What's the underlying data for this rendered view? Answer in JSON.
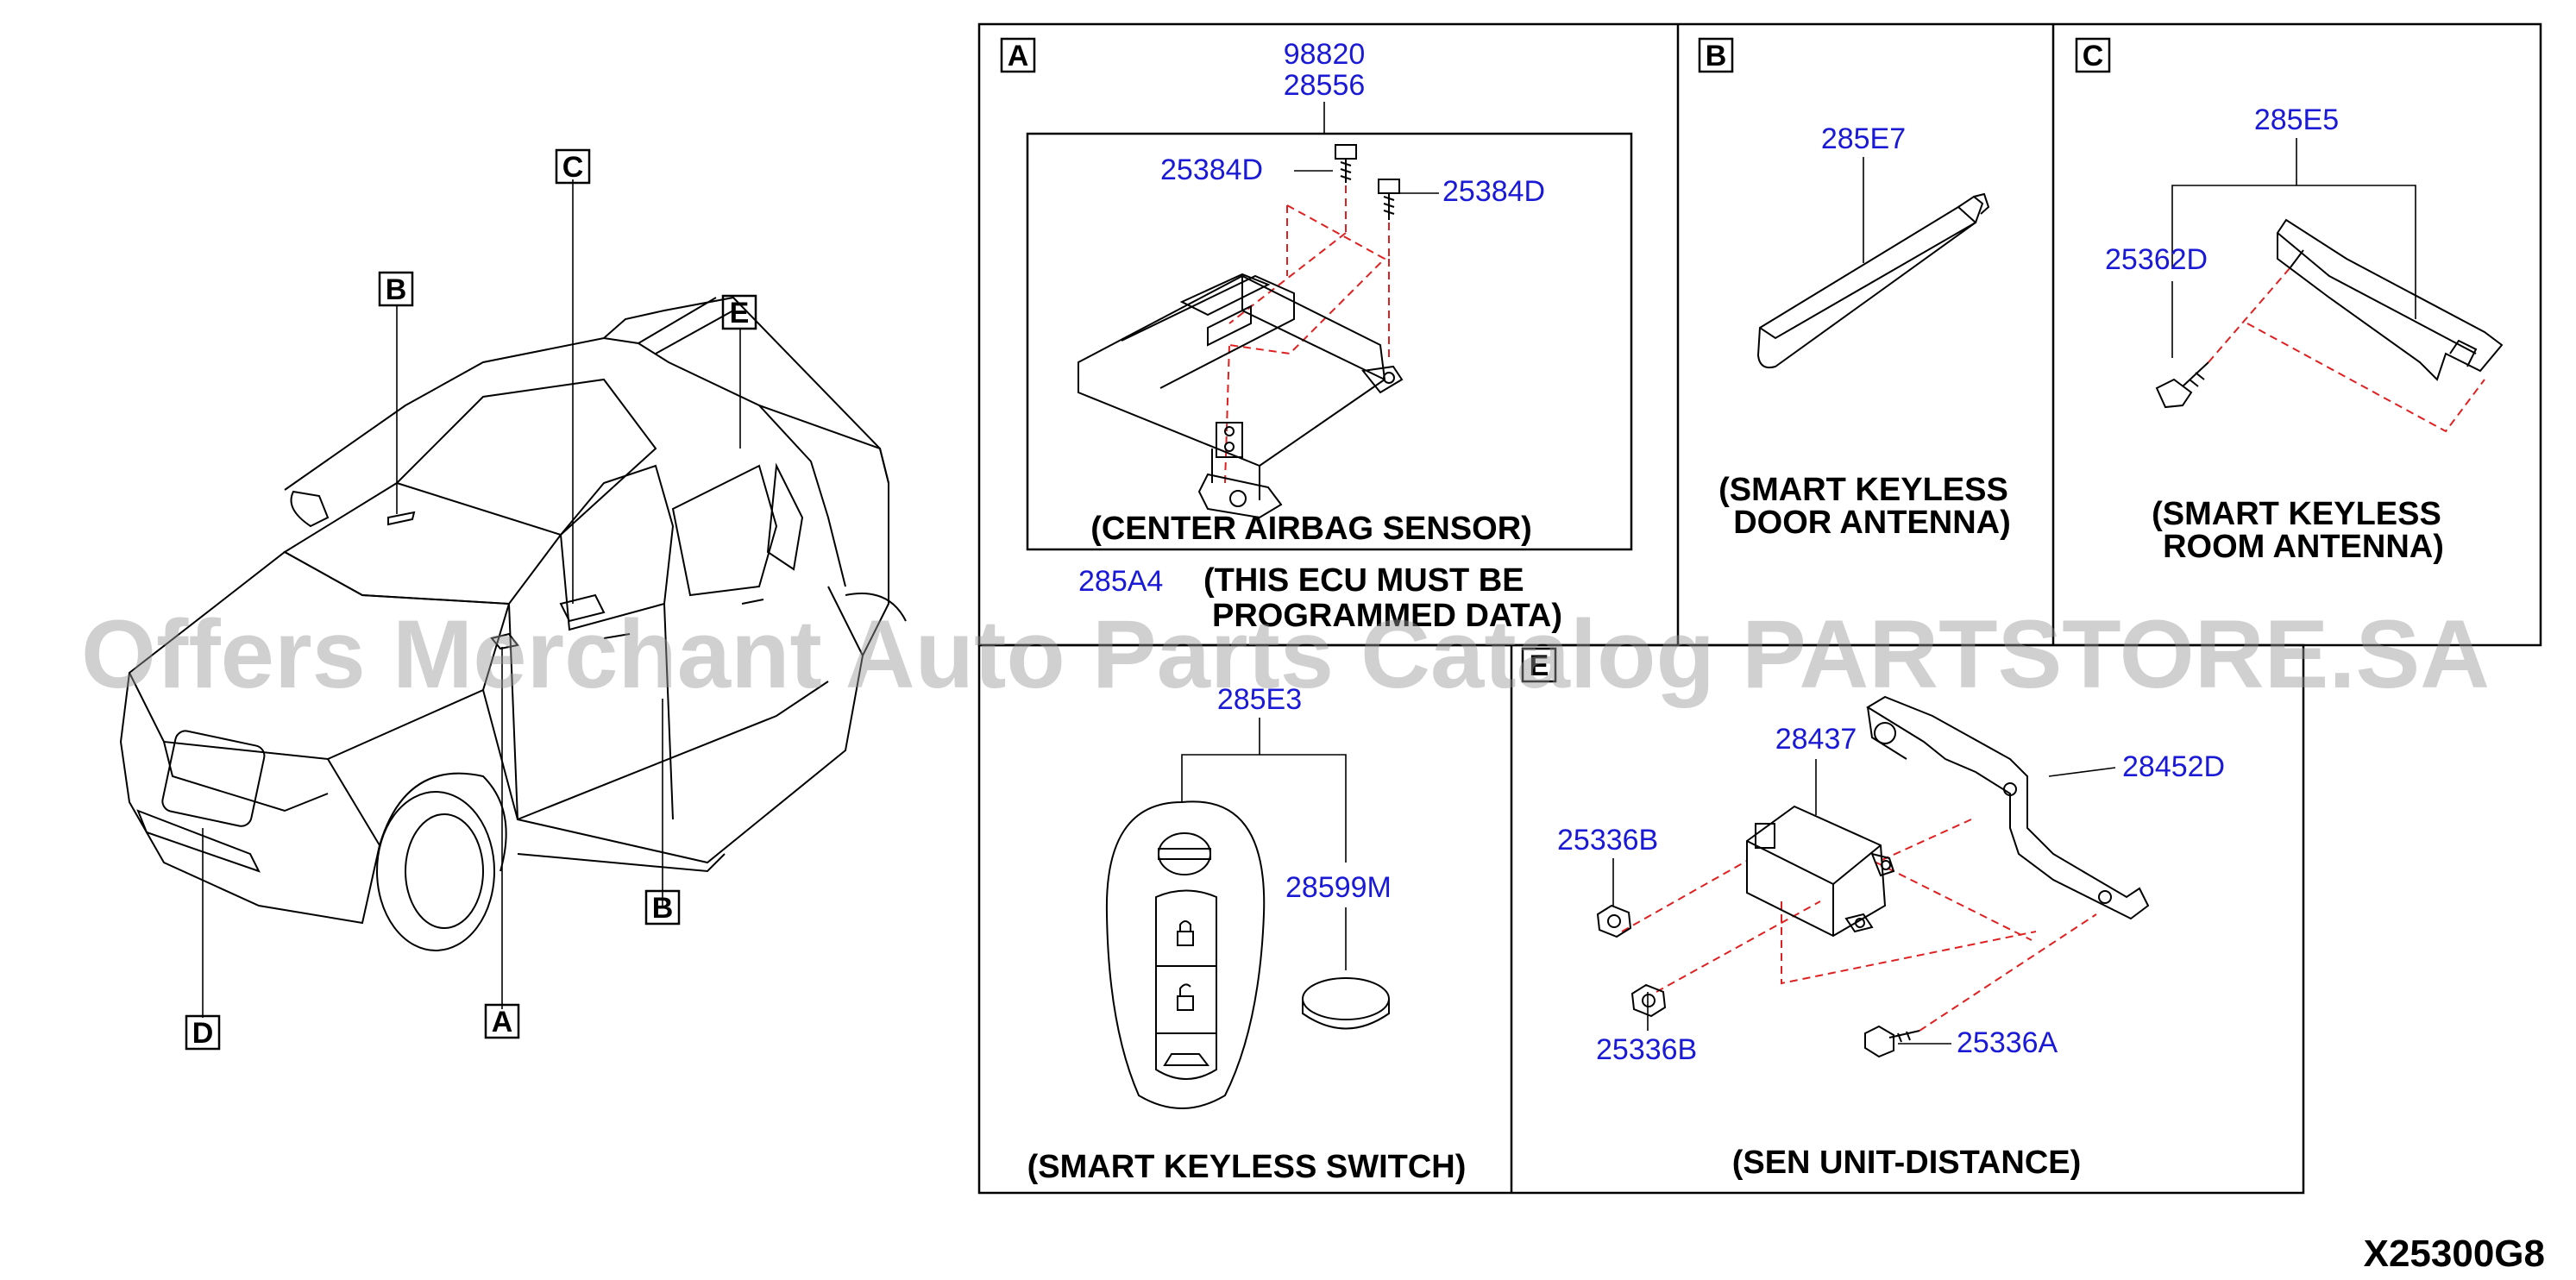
{
  "vehicle_callouts": {
    "a": "A",
    "b_top": "B",
    "b_bottom": "B",
    "c": "C",
    "d": "D",
    "e": "E"
  },
  "panel_a": {
    "letter": "A",
    "parts": [
      "98820",
      "28556",
      "25384D",
      "25384D",
      "285A4"
    ],
    "caption": "(CENTER AIRBAG SENSOR)",
    "note_line1": "(THIS ECU MUST BE",
    "note_line2": "PROGRAMMED DATA)"
  },
  "panel_b": {
    "letter": "B",
    "part": "285E7",
    "caption_line1": "(SMART KEYLESS",
    "caption_line2": "DOOR ANTENNA)"
  },
  "panel_c": {
    "letter": "C",
    "parts": [
      "285E5",
      "25362D"
    ],
    "caption_line1": "(SMART KEYLESS",
    "caption_line2": "ROOM ANTENNA)"
  },
  "panel_d": {
    "parts": [
      "285E3",
      "28599M"
    ],
    "caption": "(SMART KEYLESS SWITCH)"
  },
  "panel_e": {
    "letter": "E",
    "parts": [
      "28437",
      "28452D",
      "25336B",
      "25336B",
      "25336A"
    ],
    "caption": "(SEN UNIT-DISTANCE)"
  },
  "watermark": "Offers Merchant Auto Parts Catalog PARTSTORE.SA",
  "diagram_code": "X25300G8"
}
